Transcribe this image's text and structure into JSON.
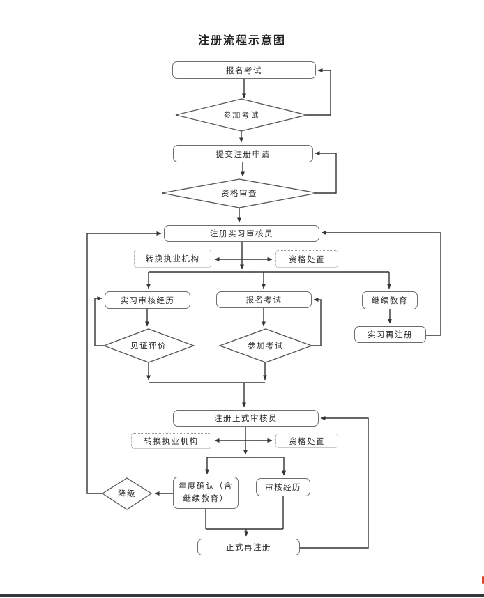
{
  "title": "注册流程示意图",
  "nodes": {
    "register_exam_1": {
      "label": "报名考试"
    },
    "take_exam_1": {
      "label": "参加考试"
    },
    "submit_application": {
      "label": "提交注册申请"
    },
    "qualification_review": {
      "label": "资格审查"
    },
    "register_intern_auditor": {
      "label": "注册实习审核员"
    },
    "transfer_org_1": {
      "label": "转换执业机构"
    },
    "qualification_disposal_1": {
      "label": "资格处置"
    },
    "intern_audit_experience": {
      "label": "实习审核经历"
    },
    "register_exam_2": {
      "label": "报名考试"
    },
    "continuing_education": {
      "label": "继续教育"
    },
    "witness_evaluation": {
      "label": "见证评价"
    },
    "take_exam_2": {
      "label": "参加考试"
    },
    "intern_re_registration": {
      "label": "实习再注册"
    },
    "register_formal_auditor": {
      "label": "注册正式审核员"
    },
    "transfer_org_2": {
      "label": "转换执业机构"
    },
    "qualification_disposal_2": {
      "label": "资格处置"
    },
    "annual_confirmation": {
      "label": "年度确认（含继续教育）"
    },
    "audit_experience": {
      "label": "审核经历"
    },
    "downgrade": {
      "label": "降级"
    },
    "formal_re_registration": {
      "label": "正式再注册"
    }
  },
  "colors": {
    "line": "#333333",
    "box_border": "#6e6e6e",
    "dotted_border": "#999999",
    "text": "#2b2b2b",
    "bottom_rule": "#35373a",
    "red_edge_mark": "#d9442b"
  }
}
